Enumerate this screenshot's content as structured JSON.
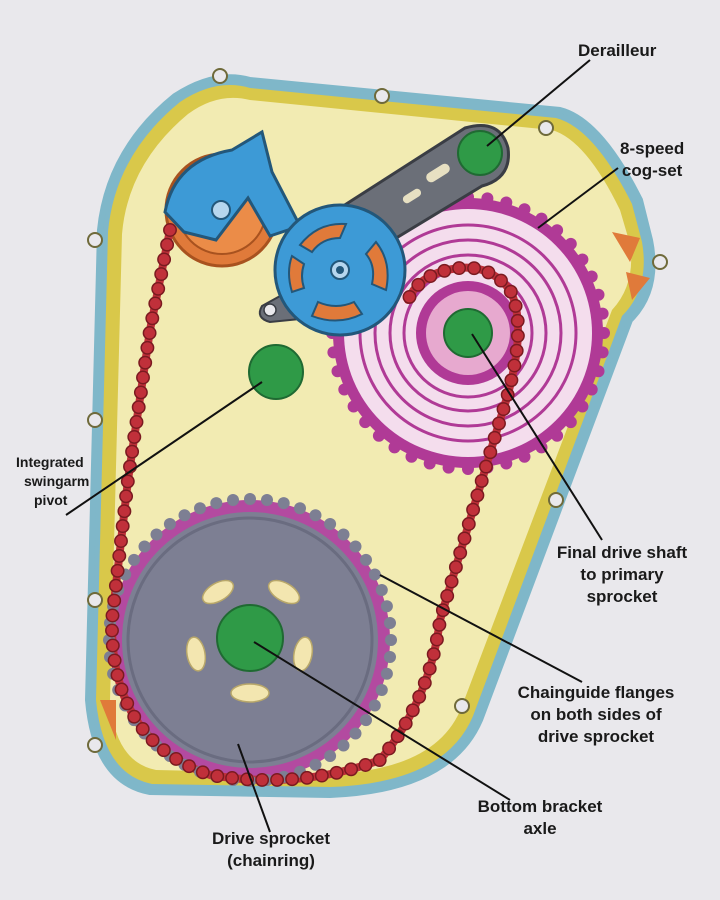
{
  "labels": {
    "derailleur": [
      "Derailleur"
    ],
    "cogset": [
      "8-speed",
      "cog-set"
    ],
    "swingarm_pivot": [
      "Integrated",
      "swingarm",
      "pivot"
    ],
    "final_drive": [
      "Final drive shaft",
      "to primary",
      "sprocket"
    ],
    "chainguide": [
      "Chainguide flanges",
      "on both sides of",
      "drive sprocket"
    ],
    "bottom_bracket": [
      "Bottom bracket",
      "axle"
    ],
    "drive_sprocket": [
      "Drive sprocket",
      "(chainring)"
    ]
  },
  "colors": {
    "background": "#e9e8ec",
    "housing_fill": "#f2ebb2",
    "housing_border": "#d9c84a",
    "housing_edge": "#7fb7c9",
    "derailleur_blue": "#3d9ad6",
    "derailleur_arm": "#6b6f78",
    "cog_orange": "#e07a3a",
    "chain_red": "#c0303a",
    "cogset_pink": "#e7a9cf",
    "cogset_magenta": "#b03a96",
    "shaft_green": "#2f9a47",
    "chainring_gray": "#7d7f93",
    "chainring_rim": "#b34aa0",
    "slot_cream": "#f3e6b0"
  }
}
